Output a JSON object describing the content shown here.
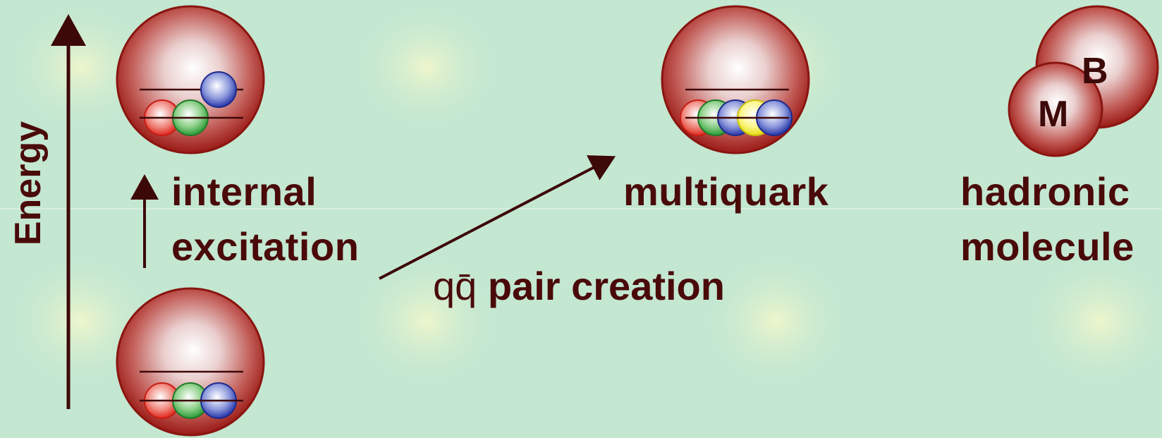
{
  "axis": {
    "label": "Energy"
  },
  "labels": {
    "internal_line1": "internal",
    "internal_line2": "excitation",
    "multiquark": "multiquark",
    "pair_q": "qq̄",
    "pair_text": "pair creation",
    "hadronic_line1": "hadronic",
    "hadronic_line2": "molecule"
  },
  "hadrons": {
    "baryon_letter": "B",
    "meson_letter": "M"
  },
  "colors": {
    "background": "#c3e7d1",
    "glow": "#eef6cc",
    "text": "#4a0a0a",
    "sphere_dark": "#a01d18",
    "quark_red": "#e8322a",
    "quark_green": "#2aa33a",
    "quark_blue": "#3040b8",
    "quark_yellow": "#f2ea1e"
  }
}
